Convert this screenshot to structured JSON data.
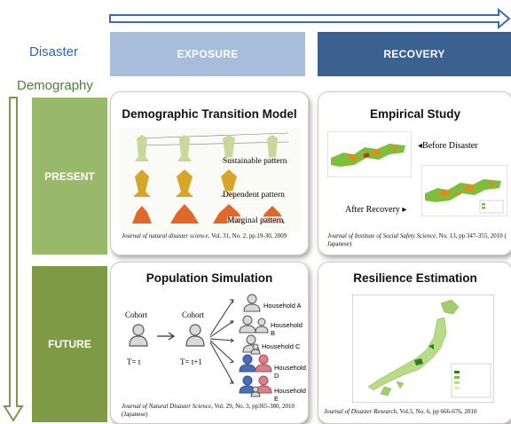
{
  "axes": {
    "disaster": "Disaster",
    "demography": "Demography"
  },
  "columns": {
    "exposure": "EXPOSURE",
    "recovery": "RECOVERY"
  },
  "rows": {
    "present": "PRESENT",
    "future": "FUTURE"
  },
  "cards": {
    "transition": {
      "title": "Demographic Transition Model",
      "patterns": [
        "Sustainable pattern",
        "Dependent pattern",
        "Marginal pattern"
      ],
      "journal": "Journal of natural disaster science",
      "citation": ", Vol. 31, No. 2, pp.19-30, 2009"
    },
    "empirical": {
      "title": "Empirical Study",
      "before": "Before Disaster",
      "after": "After Recovery",
      "journal": "Journal of Institute of Social Safety Science",
      "citation": ", No. 13, pp 347-355, 2010 ( Japanese)"
    },
    "simulation": {
      "title": "Population Simulation",
      "cohort1": "Cohort",
      "cohort2": "Cohort",
      "t1": "T= t",
      "t2": "T= t+1",
      "households": [
        "Household A",
        "Household B",
        "Household C",
        "Household D",
        "Household E"
      ],
      "journal": "Journal of Natural Disaster Science",
      "citation": ", Vol. 29, No. 3, pp365-380, 2010 (Japanese)"
    },
    "resilience": {
      "title": "Resilience Estimation",
      "journal": "Journal of Disaster Research",
      "citation": ", Vol.5, No. 6, pp 666-676, 2010"
    }
  },
  "colors": {
    "exposure": "#a6bedc",
    "recovery": "#3b6191",
    "present": "#98b86a",
    "future": "#7f9a45",
    "arrow_h": "#3a6ab4",
    "arrow_v": "#7a9a50",
    "green_text": "#4e7f32",
    "blue_text": "#2e67b2"
  },
  "icons": [
    "person-icon",
    "arrow-icon",
    "couple-icon"
  ]
}
